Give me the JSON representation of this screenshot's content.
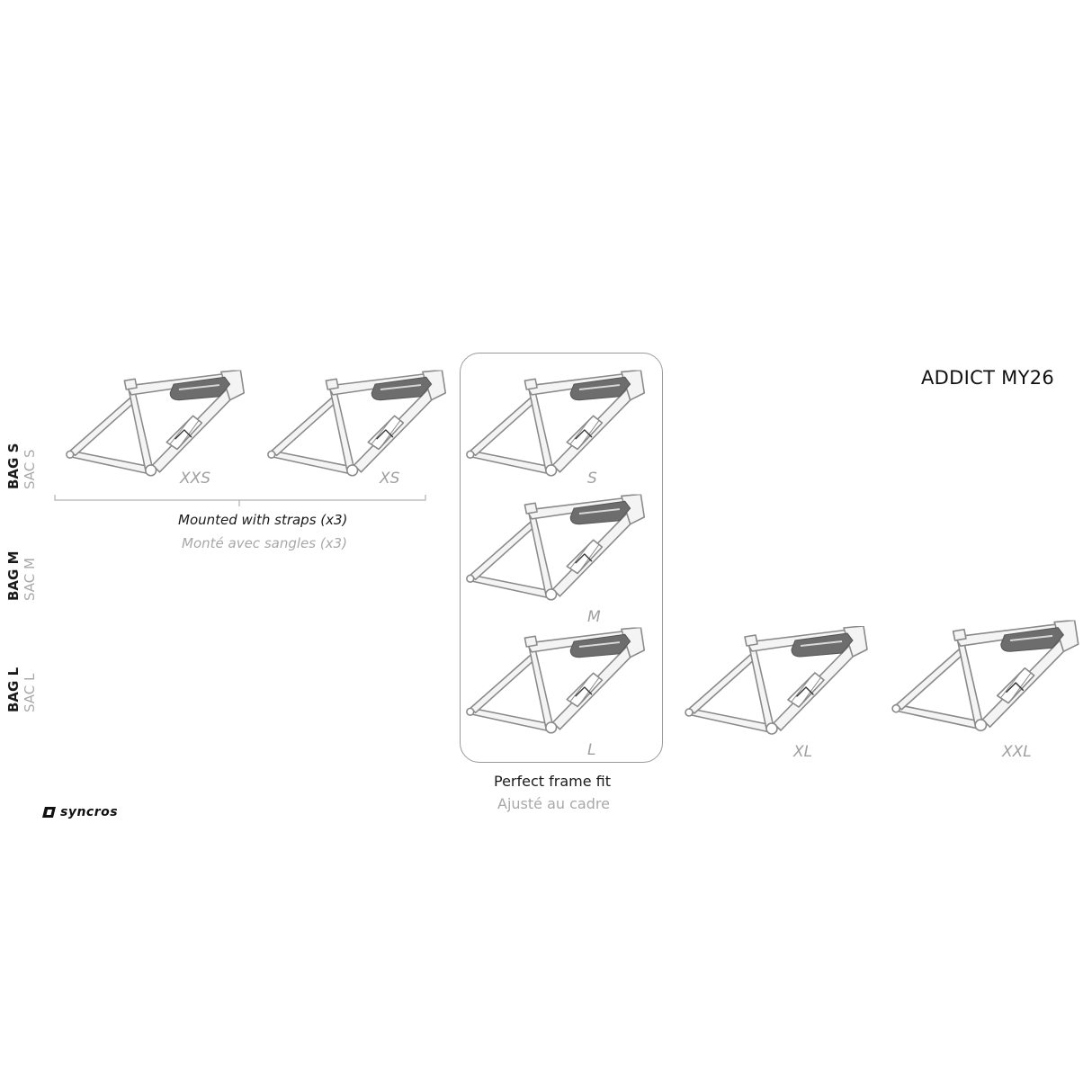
{
  "title": "ADDICT MY26",
  "rows": [
    {
      "en": "BAG S",
      "fr": "SAC S"
    },
    {
      "en": "BAG M",
      "fr": "SAC M"
    },
    {
      "en": "BAG L",
      "fr": "SAC L"
    }
  ],
  "frames": [
    {
      "size": "XXS"
    },
    {
      "size": "XS"
    },
    {
      "size": "S"
    },
    {
      "size": "M"
    },
    {
      "size": "L"
    },
    {
      "size": "XL"
    },
    {
      "size": "XXL"
    }
  ],
  "straps": {
    "en": "Mounted with straps (x3)",
    "fr": "Monté avec sangles (x3)"
  },
  "fit": {
    "en": "Perfect frame fit",
    "fr": "Ajusté au cadre"
  },
  "logo": {
    "text": "syncros",
    "icon": "syncros-logo-icon"
  },
  "colors": {
    "frame_stroke": "#8a8a8a",
    "bag_fill": "#6d6d6d",
    "muted_text": "#a8a8a8"
  }
}
